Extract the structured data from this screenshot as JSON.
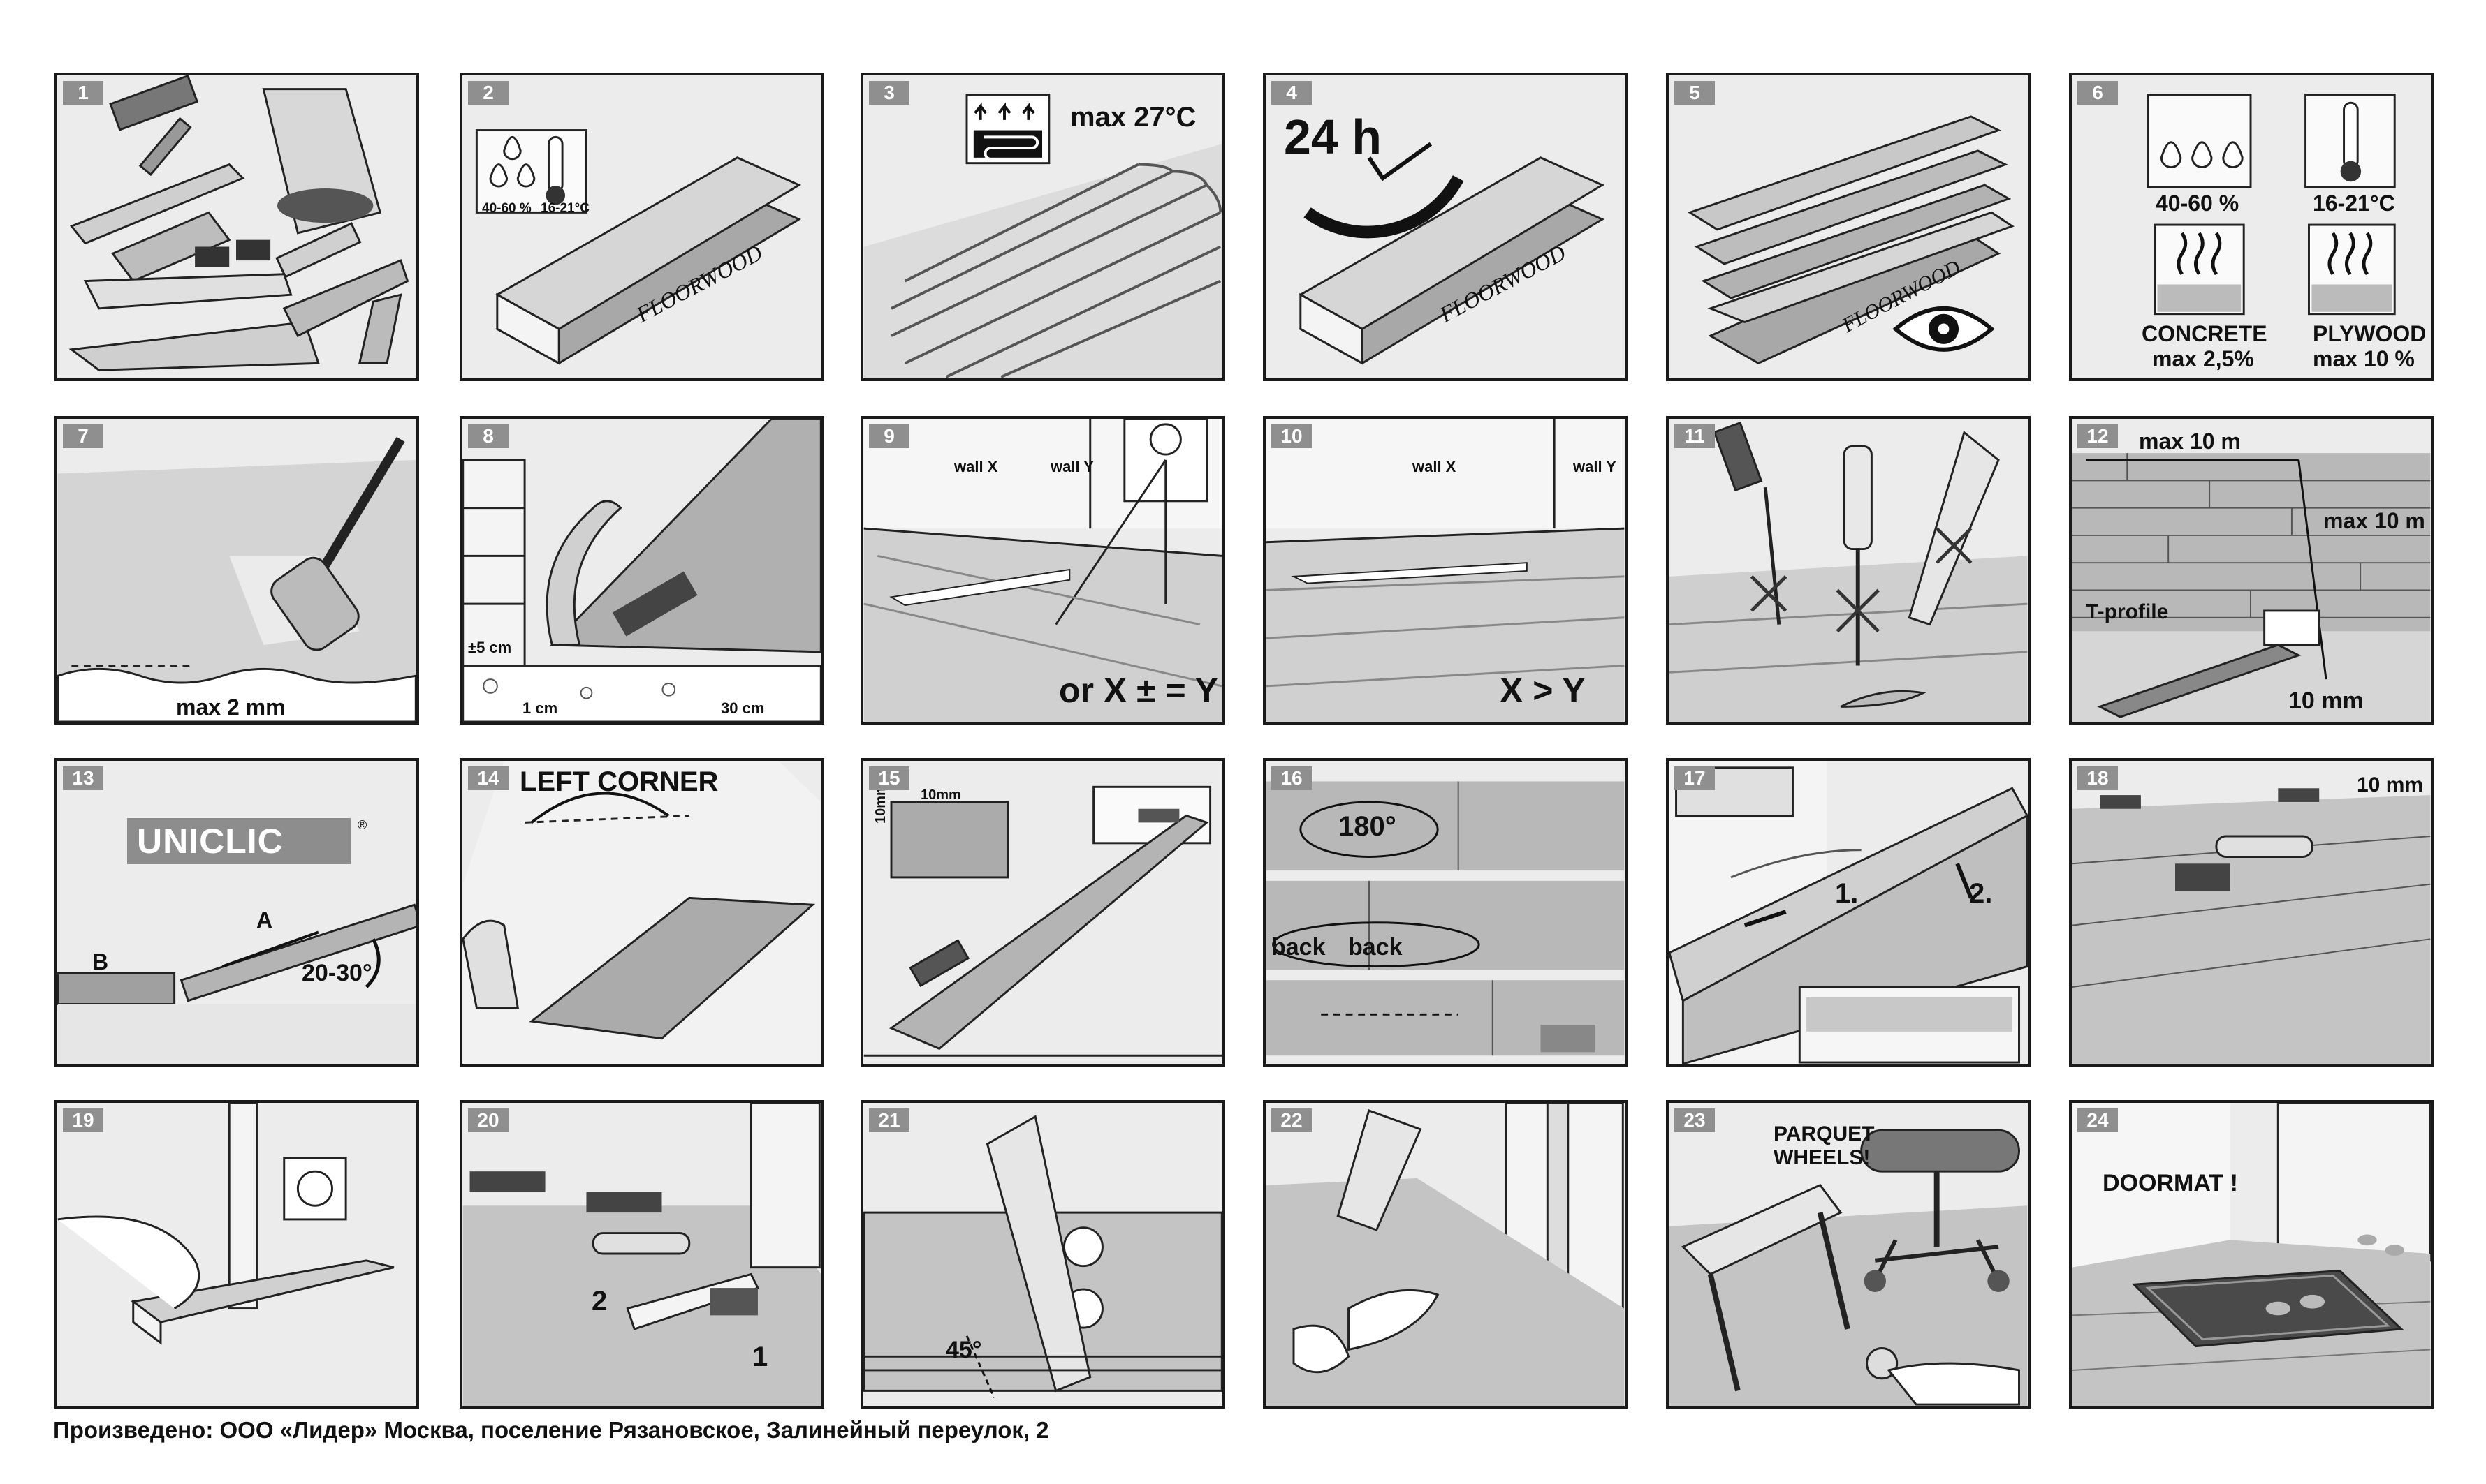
{
  "panels": [
    {
      "number": "1"
    },
    {
      "number": "2",
      "humidity": "40-60 %",
      "temperature": "16-21°C",
      "brand": "FLOORWOOD"
    },
    {
      "number": "3",
      "max_temp": "max 27°C"
    },
    {
      "number": "4",
      "time": "24 h",
      "brand": "FLOORWOOD"
    },
    {
      "number": "5",
      "brand": "FLOORWOOD"
    },
    {
      "number": "6",
      "humidity": "40-60 %",
      "temperature": "16-21°C",
      "concrete": "CONCRETE",
      "concrete_max": "max 2,5%",
      "plywood": "PLYWOOD",
      "plywood_max": "max 10 %"
    },
    {
      "number": "7",
      "max_gap": "max 2 mm"
    },
    {
      "number": "8",
      "height": "±5 cm",
      "gap": "1 cm",
      "distance": "30 cm"
    },
    {
      "number": "9",
      "wall_x": "wall X",
      "wall_y": "wall Y",
      "rule": "or X ± = Y"
    },
    {
      "number": "10",
      "wall_x": "wall X",
      "wall_y": "wall Y",
      "rule": "X > Y"
    },
    {
      "number": "11"
    },
    {
      "number": "12",
      "length": "max 10 m",
      "width": "max 10 m",
      "profile": "T-profile",
      "gap": "10 mm"
    },
    {
      "number": "13",
      "logo": "UNICLIC",
      "label_a": "A",
      "label_b": "B",
      "angle": "20-30°"
    },
    {
      "number": "14",
      "title": "LEFT CORNER"
    },
    {
      "number": "15",
      "gap_h": "10mm",
      "gap_v": "10mm"
    },
    {
      "number": "16",
      "rotation": "180°",
      "back_1": "back",
      "back_2": "back"
    },
    {
      "number": "17",
      "step_1": "1.",
      "step_2": "2."
    },
    {
      "number": "18",
      "gap": "10 mm"
    },
    {
      "number": "19"
    },
    {
      "number": "20",
      "step_1": "1",
      "step_2": "2"
    },
    {
      "number": "21",
      "angle": "45°"
    },
    {
      "number": "22"
    },
    {
      "number": "23",
      "warning": "PARQUET WHEELS!"
    },
    {
      "number": "24",
      "warning": "DOORMAT !"
    }
  ],
  "footer": "Произведено: ООО «Лидер» Москва, поселение Рязановское,  Залинейный переулок, 2",
  "colors": {
    "panel_border": "#1a1a1a",
    "panel_bg": "#ececec",
    "number_badge": "#8f8f8f",
    "board": "#a8a8a8"
  }
}
